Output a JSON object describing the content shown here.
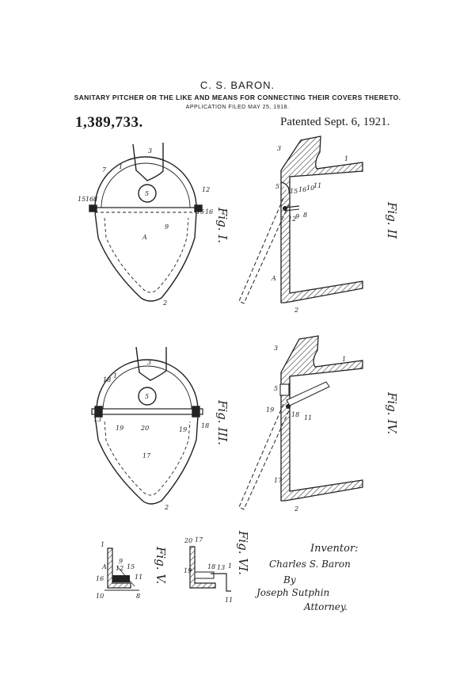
{
  "header": {
    "inventor": "C. S. BARON.",
    "title": "SANITARY PITCHER OR THE LIKE AND MEANS FOR CONNECTING THEIR COVERS THERETO.",
    "filed": "APPLICATION FILED MAY 25, 1918.",
    "patent_number": "1,389,733.",
    "patent_date": "Patented Sept. 6, 1921."
  },
  "figures": {
    "fig1": "Fig. I.",
    "fig2": "Fig. II",
    "fig3": "Fig. III.",
    "fig4": "Fig. IV.",
    "fig5": "Fig. V.",
    "fig6": "Fig. VI."
  },
  "signature": {
    "inventor_label": "Inventor:",
    "inventor_name": "Charles S. Baron",
    "by": "By",
    "attorney_name": "Joseph Sutphin",
    "attorney_label": "Attorney."
  }
}
